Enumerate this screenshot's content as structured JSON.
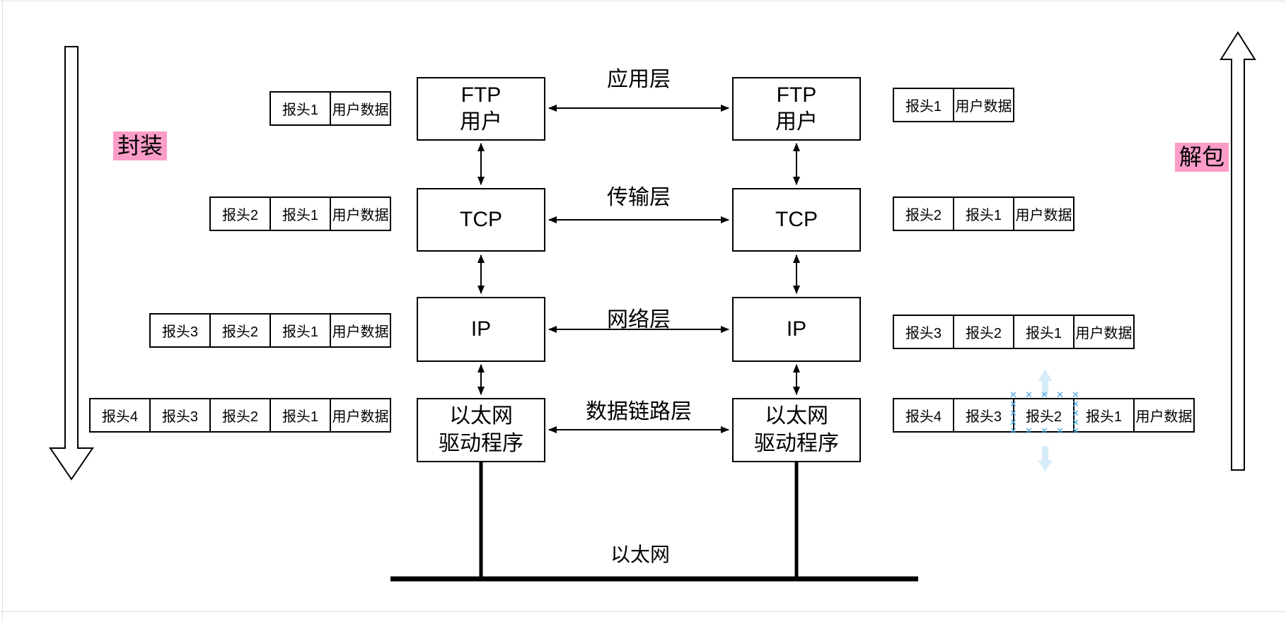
{
  "colors": {
    "highlight_pink": "#fb9dc8",
    "selection_blue": "#45a7e2",
    "pale_arrow_blue": "#d7ecfa",
    "shape_stroke": "#000000"
  },
  "annotations": {
    "encapsulate": "封装",
    "decapsulate": "解包"
  },
  "layer_labels": {
    "application": "应用层",
    "transport": "传输层",
    "network": "网络层",
    "datalink": "数据链路层"
  },
  "stacks": {
    "left": {
      "application": "FTP\n用户",
      "transport": "TCP",
      "network": "IP",
      "datalink": "以太网\n驱动程序"
    },
    "right": {
      "application": "FTP\n用户",
      "transport": "TCP",
      "network": "IP",
      "datalink": "以太网\n驱动程序"
    }
  },
  "packets": {
    "left": [
      {
        "cells": [
          "报头1",
          "用户数据"
        ]
      },
      {
        "cells": [
          "报头2",
          "报头1",
          "用户数据"
        ]
      },
      {
        "cells": [
          "报头3",
          "报头2",
          "报头1",
          "用户数据"
        ]
      },
      {
        "cells": [
          "报头4",
          "报头3",
          "报头2",
          "报头1",
          "用户数据"
        ]
      }
    ],
    "right": [
      {
        "cells": [
          "报头1",
          "用户数据"
        ]
      },
      {
        "cells": [
          "报头2",
          "报头1",
          "用户数据"
        ]
      },
      {
        "cells": [
          "报头3",
          "报头2",
          "报头1",
          "用户数据"
        ]
      },
      {
        "cells": [
          "报头4",
          "报头3",
          "报头2",
          "报头1",
          "用户数据"
        ]
      }
    ]
  },
  "ethernet": {
    "label": "以太网"
  },
  "selection": {
    "selected_cell": "报头2",
    "handle_glyph": "✕"
  }
}
